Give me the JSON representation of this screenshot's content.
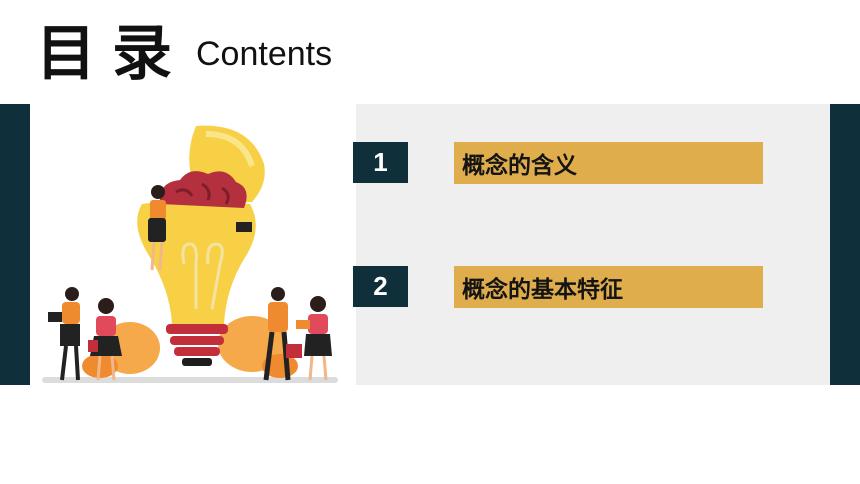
{
  "header": {
    "title_cn": "目录",
    "title_en": "Contents"
  },
  "toc": {
    "items": [
      {
        "number": "1",
        "label": "概念的含义"
      },
      {
        "number": "2",
        "label": "概念的基本特征"
      }
    ]
  },
  "colors": {
    "navy": "#0f2f3a",
    "gold": "#e0ad4d",
    "panel_gray": "#efefef"
  },
  "illustration": {
    "icon": "lightbulb-brain-teamwork-icon"
  }
}
